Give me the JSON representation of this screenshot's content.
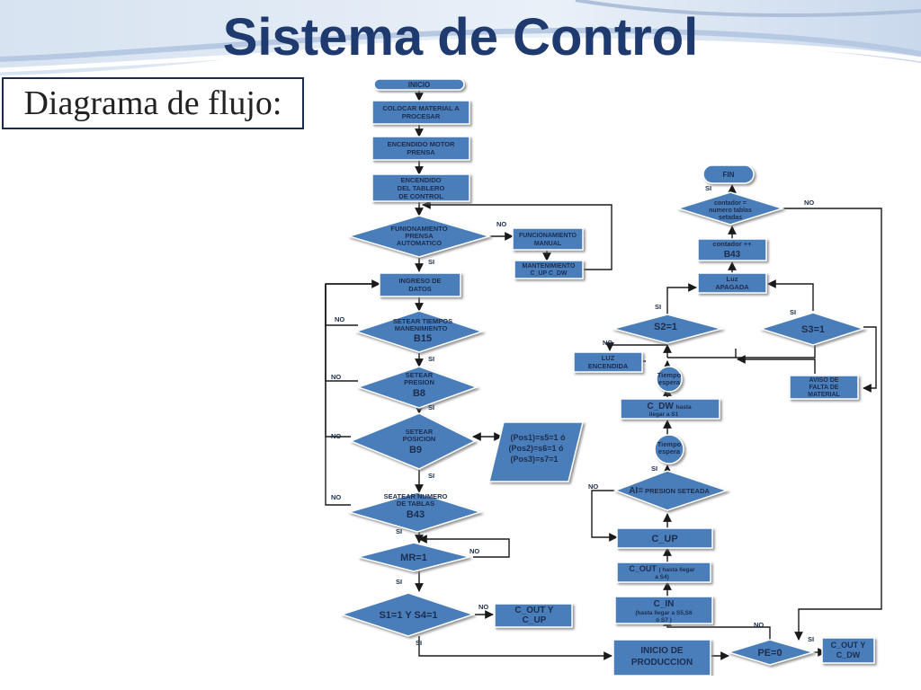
{
  "slide": {
    "title": "Sistema de Control",
    "subtitle": "Diagrama de flujo:"
  },
  "diagram": {
    "start": "INICIO",
    "colocar_1": "COLOCAR MATERIAL A",
    "colocar_2": "PROCESAR",
    "motor_1": "ENCENDIDO MOTOR",
    "motor_2": "PRENSA",
    "tablero_1": "ENCENDIDO",
    "tablero_2": "DEL  TABLERO",
    "tablero_3": "DE CONTROL",
    "func_1": "FUNIONAMIENTO",
    "func_2": "PRENSA",
    "func_3": "AUTOMATICO",
    "manual_1": "FUNCIONAMIENTO",
    "manual_2": "MANUAL",
    "mant_1": "MANTENIMIENTO",
    "mant_2": "C_UP  C_DW",
    "ingreso_1": "INGRESO DE",
    "ingreso_2": "DATOS",
    "tiempos_1": "SETEAR TIEMPOS",
    "tiempos_2": "MANENIMIENTO",
    "tiempos_3": "B15",
    "presion_1": "SETEAR",
    "presion_2": "PRESION",
    "presion_3": "B8",
    "posicion_1": "SETEAR",
    "posicion_2": "POSICION",
    "posicion_3": "B9",
    "pos_1": "(Pos1)=s5=1 ó",
    "pos_2": "(Pos2)=s6=1 ó",
    "pos_3": "(Pos3)=s7=1",
    "tablas_1": "SEATEAR NUMERO",
    "tablas_2": "DE TABLAS",
    "tablas_3": "B43",
    "mr": "MR=1",
    "s1s4": "S1=1 Y S4=1",
    "cout_cup_1": "C_OUT  Y",
    "cout_cup_2": "C_UP",
    "inicio_prod_1": "INICIO DE",
    "inicio_prod_2": "PRODUCCION",
    "pe": "PE=0",
    "cout_cdw_1": "C_OUT  Y",
    "cout_cdw_2": "C_DW",
    "cin_1": "C_IN",
    "cin_2": "(hasta llegar a S5,S6",
    "cin_3": "ó S7 )",
    "cout_s4_1": "C_OUT",
    "cout_s4_1b": "( hasta llegar",
    "cout_s4_2": "a S4)",
    "cup": "C_UP",
    "ai_1": "AI=",
    "ai_2": "PRESION SETEADA",
    "tiempo_1": "Tiempo",
    "tiempo_2": "espera",
    "cdw_1": "C_DW",
    "cdw_1b": "hasta",
    "cdw_2": "llegar a S1",
    "s2": "S2=1",
    "s3": "S3=1",
    "luz_enc_1": "LUZ",
    "luz_enc_2": "ENCENDIDA",
    "aviso_1": "AVISO DE",
    "aviso_2": "FALTA DE",
    "aviso_3": "MATERIAL",
    "luz_apag_1": "Luz",
    "luz_apag_2": "APAGADA",
    "contador_1": "contador ++",
    "contador_2": "B43",
    "cmp_1": "contador =",
    "cmp_2": "numero tablas",
    "cmp_3": "setadas",
    "fin": "FIN",
    "si": "SI",
    "no": "NO"
  },
  "colors": {
    "node_fill": "#4a7ebb",
    "node_stroke": "#ffffff",
    "node_shadow": "#8a8a8a",
    "line": "#1a1a1a",
    "title": "#1f3a6e"
  }
}
